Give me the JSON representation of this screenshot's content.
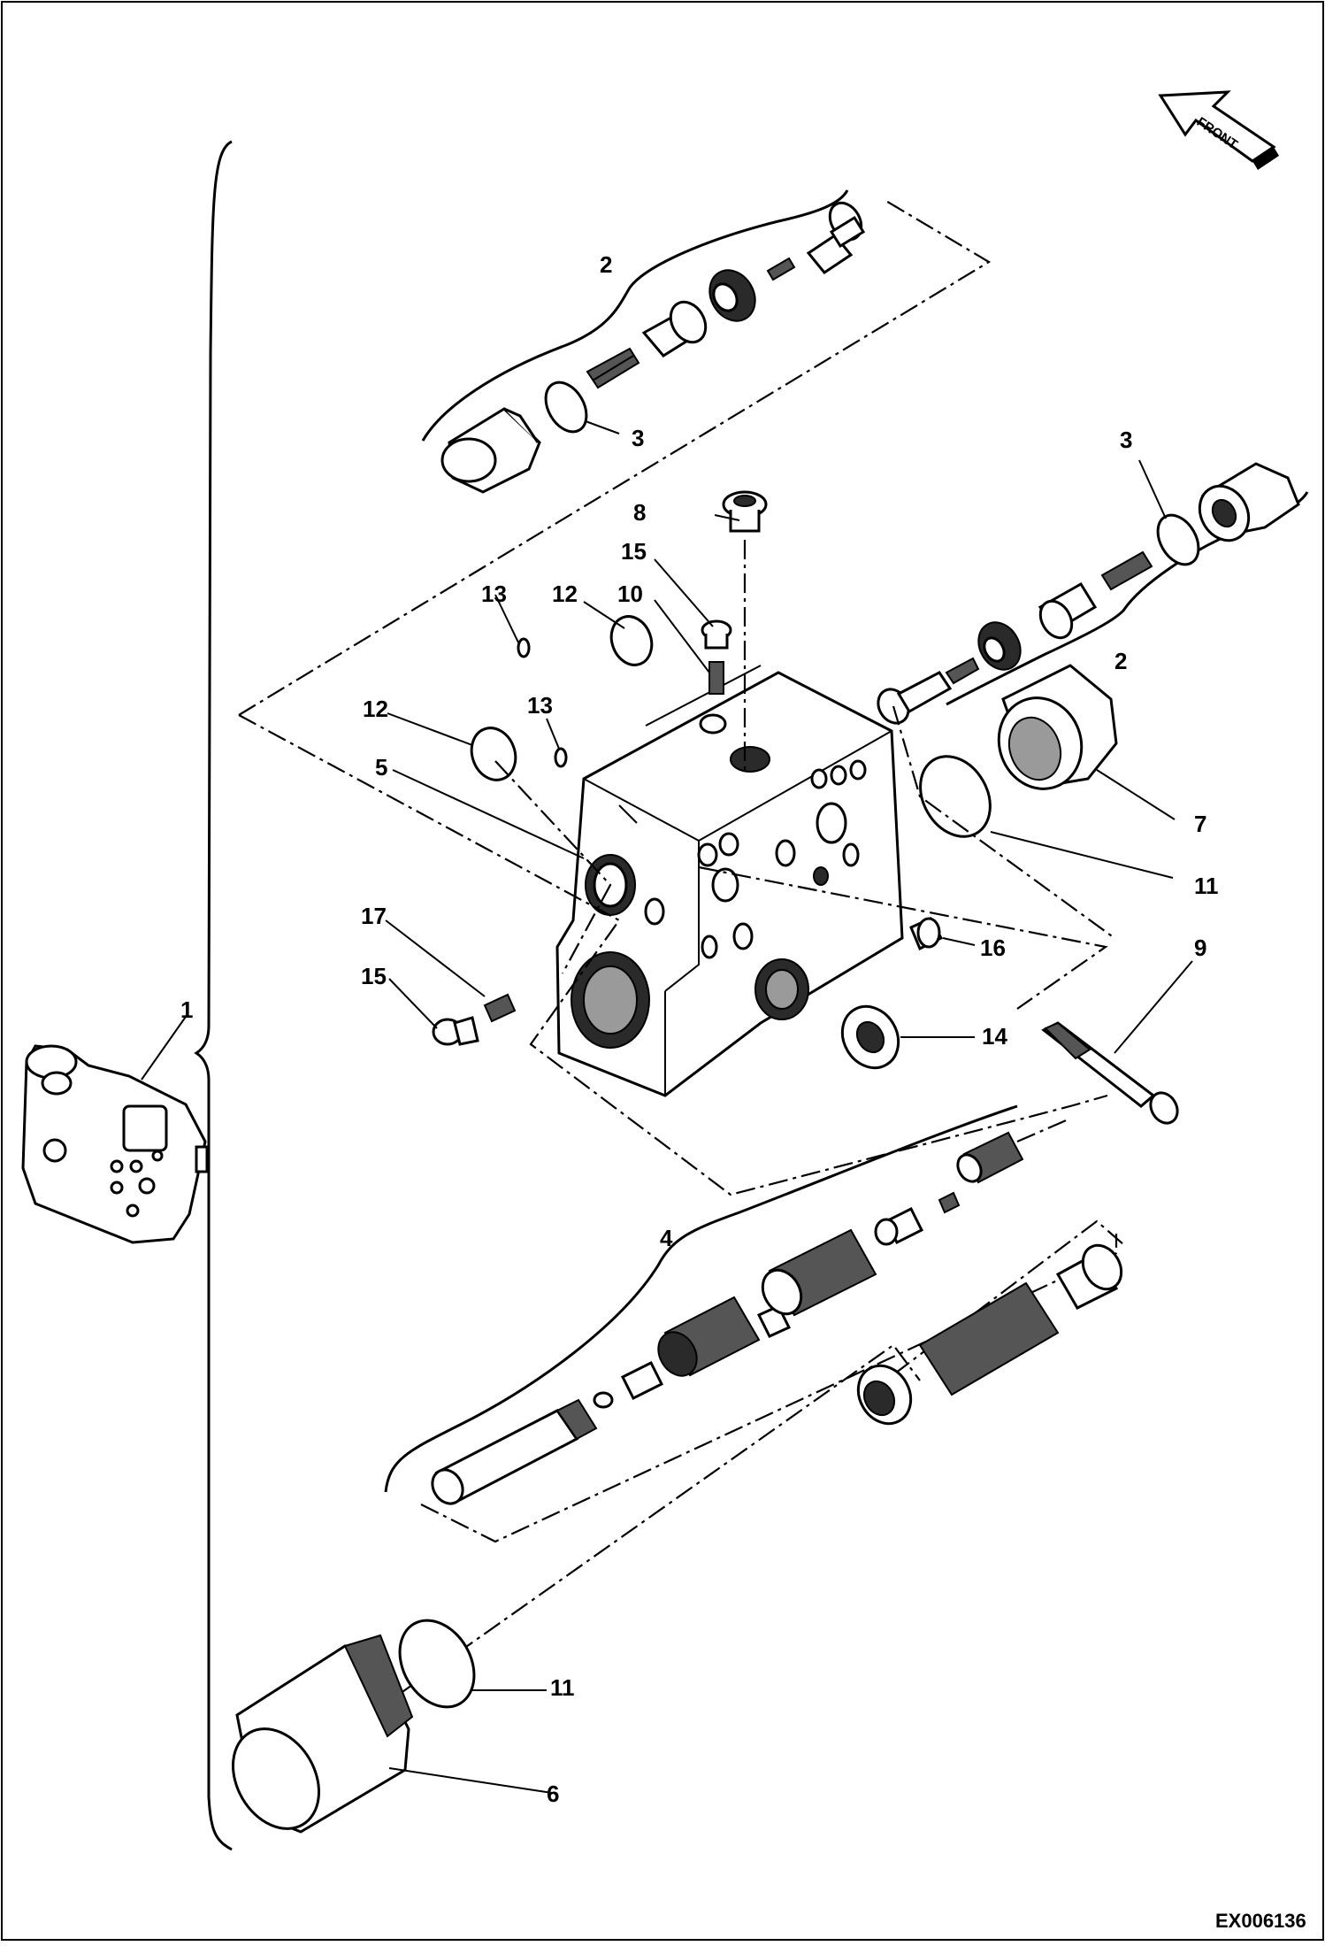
{
  "diagram": {
    "front_label": "FRONT",
    "reference_code": "EX006136",
    "callouts": {
      "c1": "1",
      "c2a": "2",
      "c2b": "2",
      "c3a": "3",
      "c3b": "3",
      "c4": "4",
      "c5": "5",
      "c6": "6",
      "c7": "7",
      "c8": "8",
      "c9": "9",
      "c10": "10",
      "c11a": "11",
      "c11b": "11",
      "c12a": "12",
      "c12b": "12",
      "c13a": "13",
      "c13b": "13",
      "c14": "14",
      "c15a": "15",
      "c15b": "15",
      "c16": "16",
      "c17": "17"
    }
  }
}
